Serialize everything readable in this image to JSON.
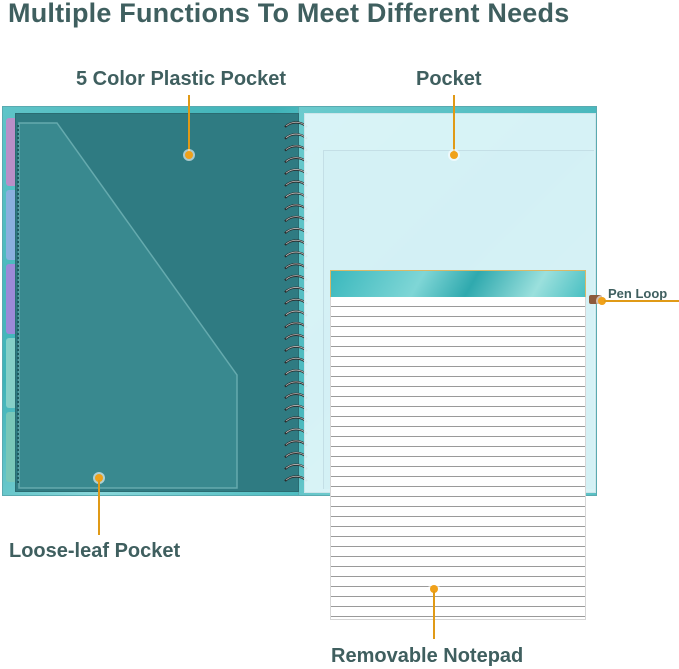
{
  "title": "Multiple Functions To Meet Different Needs",
  "callouts": {
    "plastic_pocket": "5 Color Plastic Pocket",
    "pocket": "Pocket",
    "pen_loop": "Pen Loop",
    "loose_leaf": "Loose-leaf Pocket",
    "notepad": "Removable Notepad"
  },
  "colors": {
    "title_text": "#3f5f5f",
    "callout_line": "#e09a17",
    "cover": "#4cbcc0",
    "pocket_panel": "#2f7b82",
    "pen_loop": "#8d5a3c"
  },
  "divider_tab_colors": [
    "#b98fc8",
    "#8ab0de",
    "#9b8ad8",
    "#86d0c8",
    "#79c7b8"
  ]
}
